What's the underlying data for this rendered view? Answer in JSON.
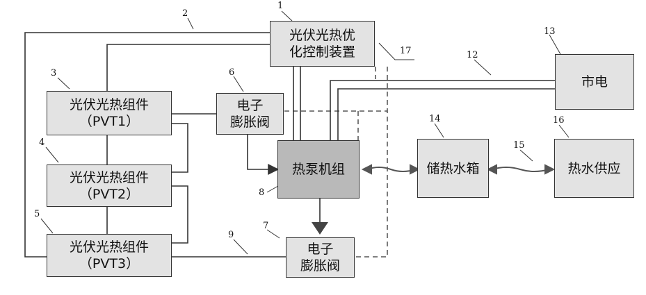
{
  "boxes": {
    "controller": {
      "line1": "光伏光热优",
      "line2": "化控制装置"
    },
    "pvt1": {
      "line1": "光伏光热组件",
      "line2": "（PVT1）"
    },
    "pvt2": {
      "line1": "光伏光热组件",
      "line2": "（PVT2）"
    },
    "pvt3": {
      "line1": "光伏光热组件",
      "line2": "（PVT3）"
    },
    "valve_top": {
      "line1": "电子",
      "line2": "膨胀阀"
    },
    "valve_bottom": {
      "line1": "电子",
      "line2": "膨胀阀"
    },
    "heat_pump": {
      "label": "热泵机组"
    },
    "grid": {
      "label": "市电"
    },
    "tank": {
      "label": "储热水箱"
    },
    "hot_water": {
      "label": "热水供应"
    }
  },
  "labels": {
    "n1": "1",
    "n2": "2",
    "n3": "3",
    "n4": "4",
    "n5": "5",
    "n6": "6",
    "n7": "7",
    "n8": "8",
    "n9": "9",
    "n12": "12",
    "n13": "13",
    "n14": "14",
    "n15": "15",
    "n16": "16",
    "n17": "17"
  }
}
